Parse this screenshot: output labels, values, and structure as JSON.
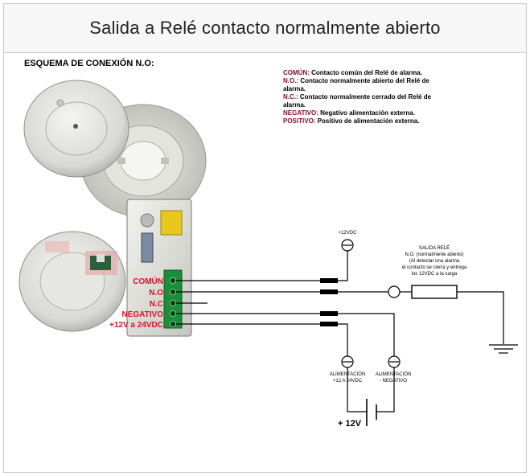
{
  "title": "Salida a Relé contacto normalmente abierto",
  "scheme_heading": "ESQUEMA DE CONEXIÓN N.O:",
  "legend": [
    {
      "term": "COMÚN:",
      "desc": "Contacto común del Relé de alarma."
    },
    {
      "term": "N.O.:",
      "desc": "Contacto normalmente abierto del Relé de alarma."
    },
    {
      "term": "N.C.:",
      "desc": "Contacto normalmente cerrado del Relé de alarma."
    },
    {
      "term": "NEGATIVO:",
      "desc": "Negativo alimentación externa."
    },
    {
      "term": "POSITIVO:",
      "desc": "Positivo de alimentación externa."
    }
  ],
  "terminals": {
    "comun": "COMÚN",
    "no": "N.O",
    "nc": "N.C",
    "negativo": "NEGATIVO",
    "positivo": "+12V a 24VDC"
  },
  "supply_top": "+12VDC",
  "relay_output": {
    "line1": "SALIDA RELÉ",
    "line2": "N.O. (normalmente abierto)",
    "line3": "(Al detectar una alarma",
    "line4": "el contacto se cierra y entrega",
    "line5": "los 12VDC a la carga"
  },
  "supply_positive": {
    "line1": "ALIMENTACIÓN",
    "line2": "+12 A 24VDC"
  },
  "supply_negative": {
    "line1": "ALIMENTACIÓN",
    "line2": "- NEGATIVO"
  },
  "battery_label": "+ 12V",
  "colors": {
    "term_red": "#8b0e2c",
    "terminal_label_red": "#e0102a",
    "terminal_green": "#1a8f3a"
  }
}
